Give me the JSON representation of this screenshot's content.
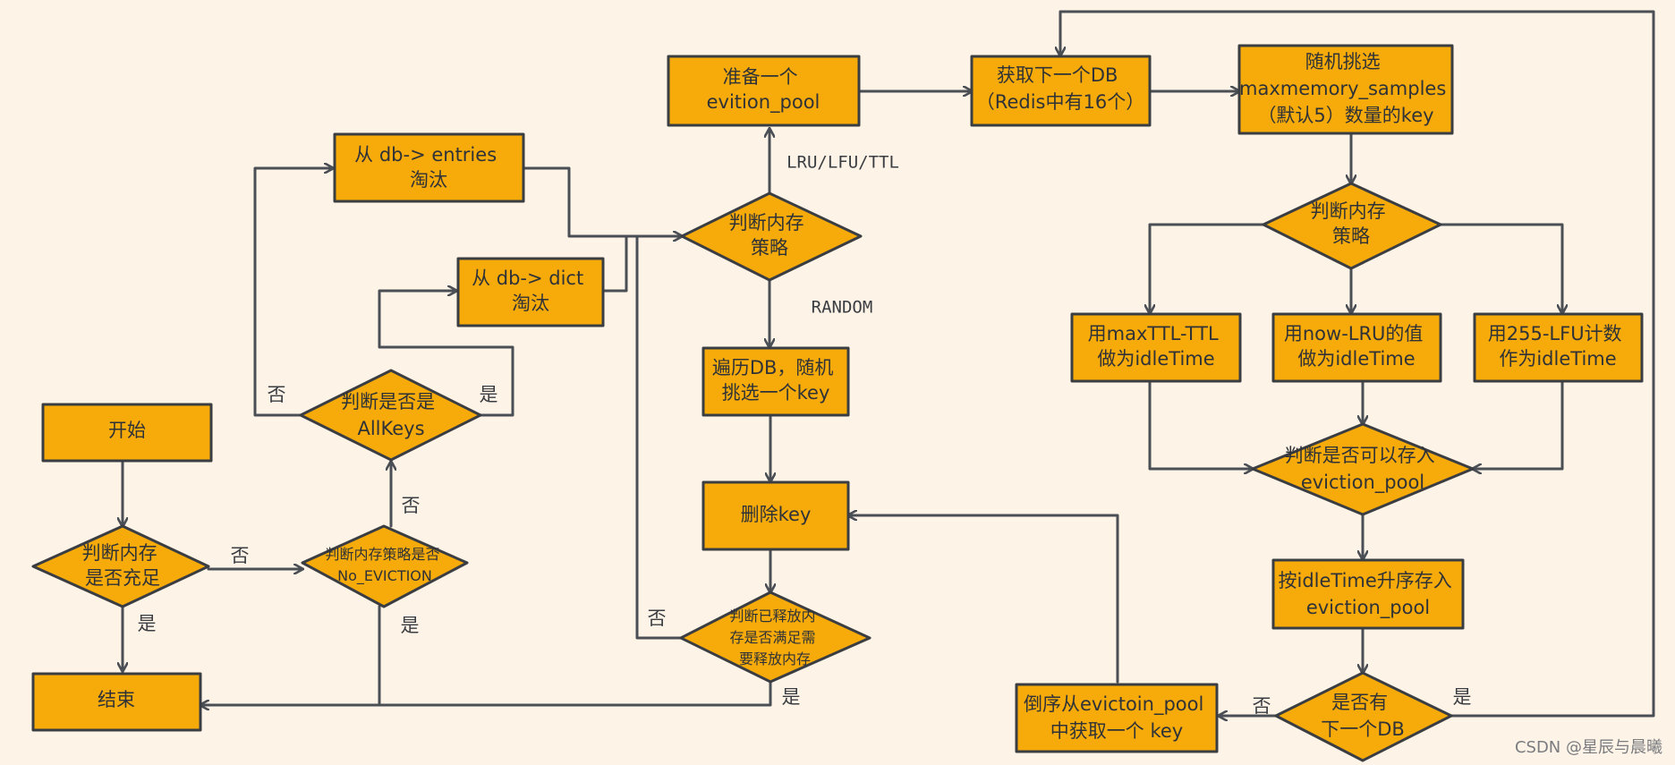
{
  "colors": {
    "background": "#fdf3e6",
    "node_fill": "#f7ab0a",
    "stroke": "#3a3d42"
  },
  "nodes": {
    "start": {
      "lines": [
        "开始"
      ]
    },
    "check_memory": {
      "lines": [
        "判断内存",
        "是否充足"
      ]
    },
    "end": {
      "lines": [
        "结束"
      ]
    },
    "check_noeviction": {
      "lines": [
        "判断内存策略是否",
        "No_EVICTION"
      ]
    },
    "check_allkeys": {
      "lines": [
        "判断是否是",
        "AllKeys"
      ]
    },
    "from_entries": {
      "lines": [
        "从 db-> entries",
        "淘汰"
      ]
    },
    "from_dict": {
      "lines": [
        "从 db-> dict",
        "淘汰"
      ]
    },
    "check_policy": {
      "lines": [
        "判断内存",
        "策略"
      ]
    },
    "prepare_pool": {
      "lines": [
        "准备一个",
        "evition_pool"
      ]
    },
    "traverse_db": {
      "lines": [
        "遍历DB，随机",
        "挑选一个key"
      ]
    },
    "delete_key": {
      "lines": [
        "删除key"
      ]
    },
    "check_freed": {
      "lines": [
        "判断已释放内",
        "存是否满足需",
        "要释放内存"
      ]
    },
    "next_db": {
      "lines": [
        "获取下一个DB",
        "（Redis中有16个）"
      ]
    },
    "random_sample": {
      "lines": [
        "随机挑选",
        "maxmemory_samples",
        "（默认5）数量的key"
      ]
    },
    "check_policy2": {
      "lines": [
        "判断内存",
        "策略"
      ]
    },
    "use_ttl": {
      "lines": [
        "用maxTTL-TTL",
        "做为idleTime"
      ]
    },
    "use_lru": {
      "lines": [
        "用now-LRU的值",
        "做为idleTime"
      ]
    },
    "use_lfu": {
      "lines": [
        "用255-LFU计数",
        "作为idleTime"
      ]
    },
    "check_can_store": {
      "lines": [
        "判断是否可以存入",
        "eviction_pool"
      ]
    },
    "store_sorted": {
      "lines": [
        "按idleTime升序存入",
        "eviction_pool"
      ]
    },
    "has_next_db": {
      "lines": [
        "是否有",
        "下一个DB"
      ]
    },
    "take_from_pool": {
      "lines": [
        "倒序从evictoin_pool",
        "中获取一个 key"
      ]
    }
  },
  "edge_labels": {
    "yes": "是",
    "no": "否",
    "lru_lfu_ttl": "LRU/LFU/TTL",
    "random": "RANDOM"
  },
  "watermark": "CSDN @星辰与晨曦"
}
